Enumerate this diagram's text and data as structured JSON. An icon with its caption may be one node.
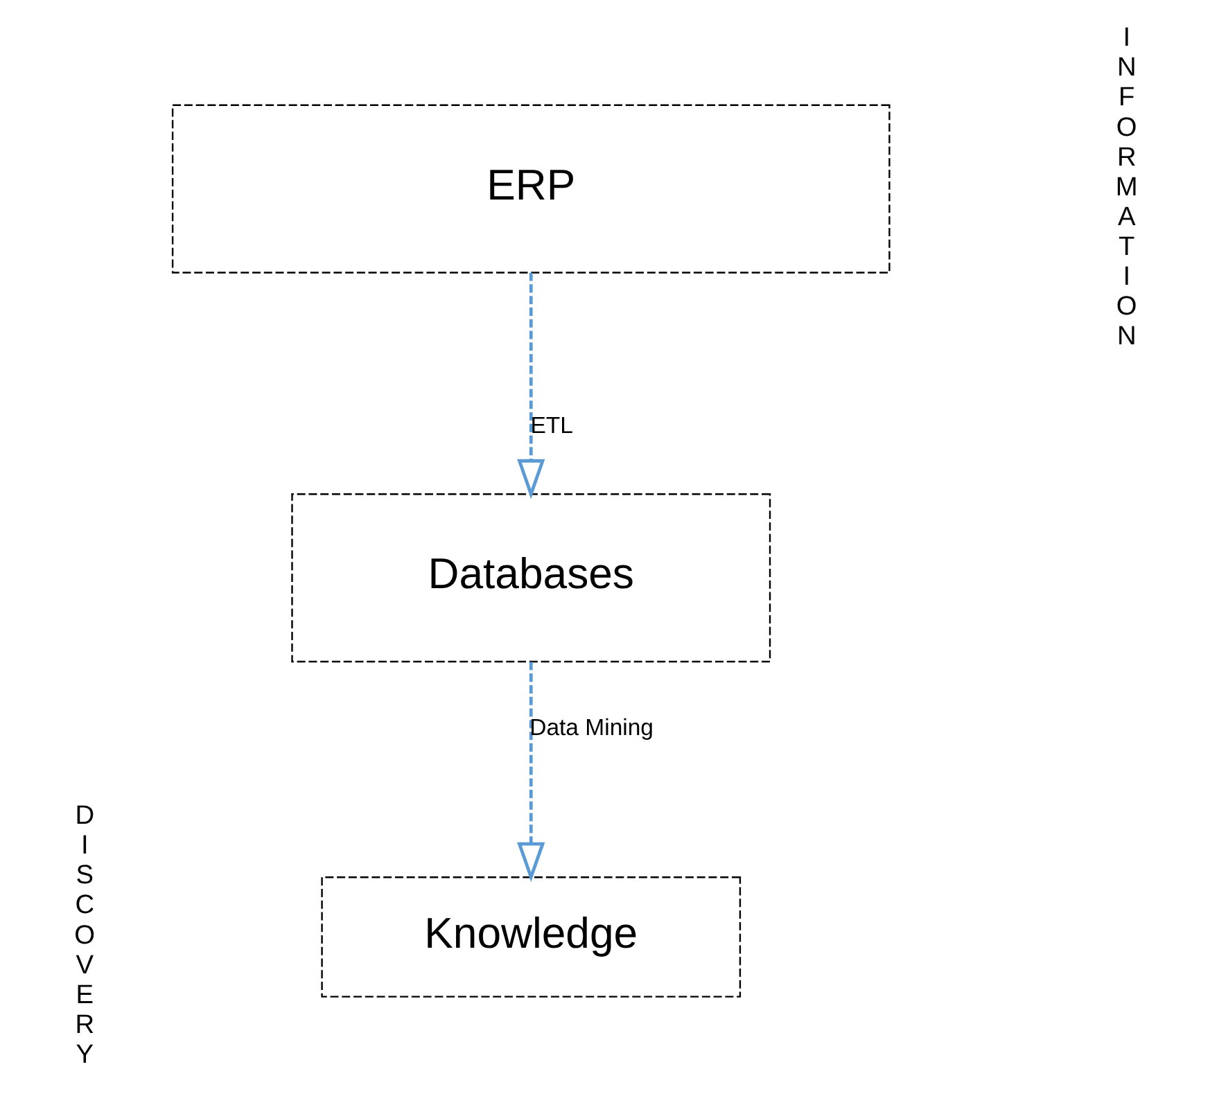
{
  "diagram": {
    "nodes": [
      {
        "text": [
          "ERP"
        ]
      },
      {
        "text": [
          "Databases"
        ]
      },
      {
        "text": [
          "Knowledge"
        ]
      }
    ],
    "edges": [
      {
        "from": 0,
        "to": 1,
        "arrow": "to",
        "label": "ETL",
        "style": "dashed"
      },
      {
        "from": 1,
        "to": 2,
        "arrow": "to",
        "label": "Data Mining",
        "style": "dashed"
      }
    ],
    "labels": [
      "INFORMATION",
      "DISCOVERY"
    ]
  }
}
